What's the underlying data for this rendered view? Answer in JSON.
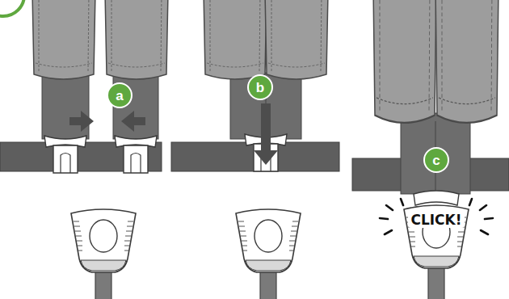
{
  "diagram": {
    "nodes": [
      {
        "text": [
          "a"
        ]
      },
      {
        "text": [
          "b"
        ]
      },
      {
        "text": [
          "c"
        ]
      }
    ],
    "labels": [
      "CLICK!"
    ]
  }
}
